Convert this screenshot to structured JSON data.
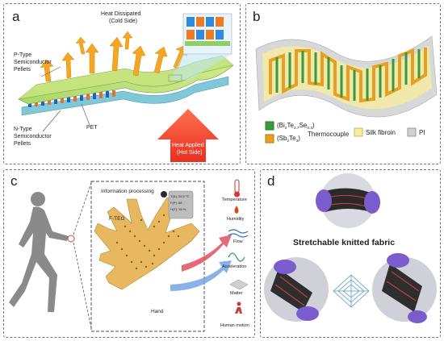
{
  "panel_a": {
    "label": "a",
    "heat_dissipated": "Heat Dissipated",
    "cold_side": "(Cold Side)",
    "p_type": "P-Type",
    "p_semiconductor": "Semiconductor",
    "p_pellets": "Pellets",
    "n_type": "N-Type",
    "n_semiconductor": "Semiconductor",
    "n_pellets": "Pellets",
    "pet": "PET",
    "heat_applied": "Heat Applied",
    "hot_side": "(Hot Side)"
  },
  "panel_b": {
    "label": "b",
    "legend_bite_base": "(Bi",
    "legend_bite_sub1": "2",
    "legend_bite_mid1": "Te",
    "legend_bite_sub2": "2.7",
    "legend_bite_mid2": "Se",
    "legend_bite_sub3": "0.3",
    "legend_bite_end": ")",
    "legend_sbte_base": "(Sb",
    "legend_sbte_sub1": "2",
    "legend_sbte_mid": "Te",
    "legend_sbte_sub2": "3",
    "legend_sbte_end": ")",
    "thermocouple": "Thermocouple",
    "silk_fibroin": "Silk fibroin",
    "pi": "PI",
    "colors": {
      "bite": "#3a9a3a",
      "sbte": "#e8a020",
      "silk": "#f7eea0",
      "pi": "#d0d0d0"
    }
  },
  "panel_c": {
    "label": "c",
    "information_processing": "Information processing",
    "fteg": "F-TEG",
    "hand": "Hand",
    "screen_line1": "T(A): 25.5 °C",
    "screen_line2": "F(P): 88",
    "screen_line3": "H(T): 35 %",
    "outputs": [
      "Temperature",
      "Humidity",
      "Flow",
      "Acceleration",
      "Matter",
      "Human motion"
    ]
  },
  "panel_d": {
    "label": "d",
    "title": "Stretchable knitted fabric"
  }
}
